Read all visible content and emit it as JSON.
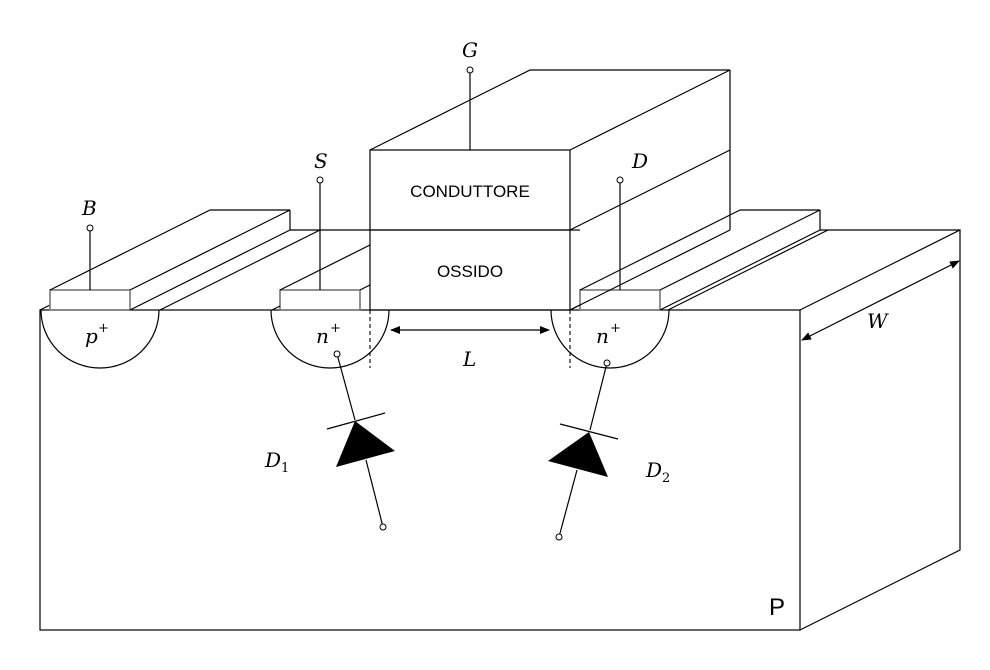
{
  "diagram": {
    "title": "MOSFET structure with parasitic diodes",
    "terminals": {
      "gate": "G",
      "source": "S",
      "drain": "D",
      "body": "B"
    },
    "layers": {
      "conductor": "CONDUTTORE",
      "oxide": "OSSIDO",
      "substrate": "P"
    },
    "regions": {
      "body_contact": {
        "base": "p",
        "sup": "+"
      },
      "source_region": {
        "base": "n",
        "sup": "+"
      },
      "drain_region": {
        "base": "n",
        "sup": "+"
      }
    },
    "dimensions": {
      "length": "L",
      "width": "W"
    },
    "diodes": [
      {
        "base": "D",
        "sub": "1"
      },
      {
        "base": "D",
        "sub": "2"
      }
    ]
  }
}
